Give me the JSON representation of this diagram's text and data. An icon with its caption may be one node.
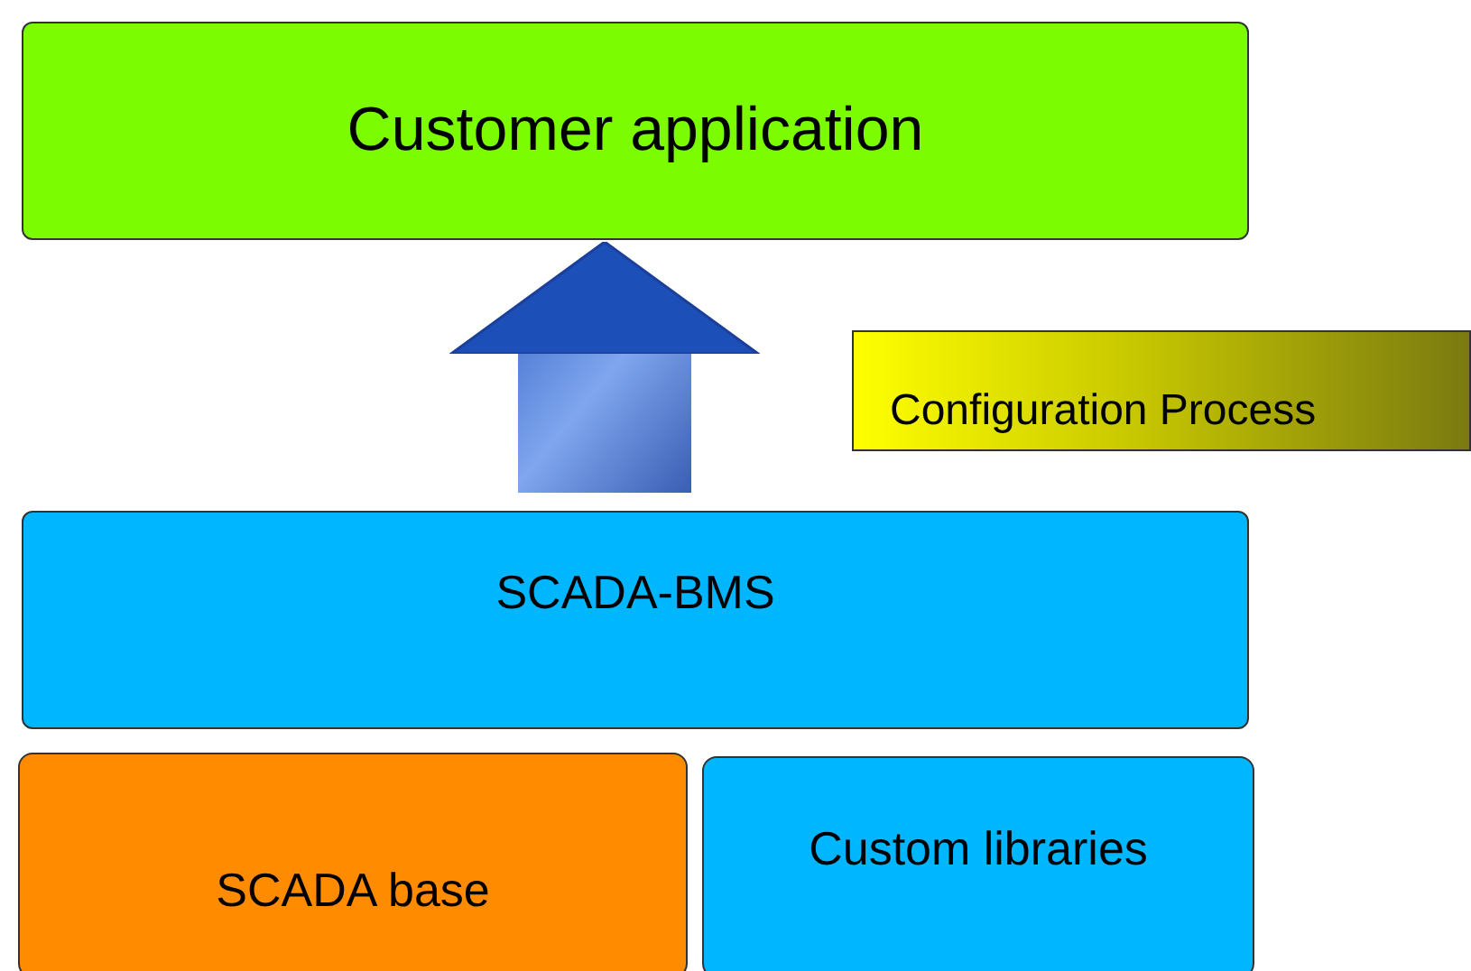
{
  "diagram": {
    "nodes": [
      {
        "text": [
          "Customer application"
        ]
      },
      {
        "text": [
          "Configuration Process"
        ]
      },
      {
        "text": [
          "SCADA-BMS"
        ]
      },
      {
        "text": [
          "SCADA base"
        ]
      },
      {
        "text": [
          "Custom libraries"
        ]
      }
    ],
    "edges": [
      {
        "from": 2,
        "to": 0,
        "arrow": "to",
        "style": "thick"
      }
    ]
  }
}
